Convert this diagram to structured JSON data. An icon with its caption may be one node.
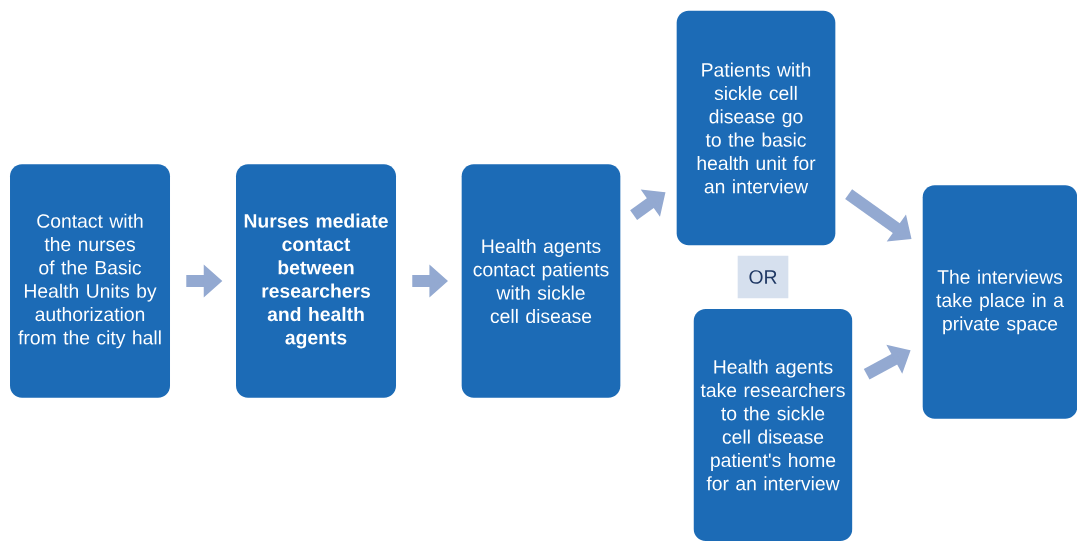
{
  "diagram": {
    "nodes": [
      {
        "text": [
          "Contact with the nurses of the Basic Health Units by authorization from the city hall"
        ]
      },
      {
        "text": [
          "Nurses mediate contact between researchers and health agents"
        ]
      },
      {
        "text": [
          "Health agents contact patients with sickle cell disease"
        ]
      },
      {
        "text": [
          "Patients with sickle cell disease go to the basic health unit for an interview"
        ]
      },
      {
        "text": [
          "OR"
        ]
      },
      {
        "text": [
          "Health agents take researchers to the sickle cell disease patient's home for an interview"
        ]
      },
      {
        "text": [
          "The interviews take place in a private space"
        ]
      }
    ],
    "edges": [
      {
        "from": 0,
        "to": 1,
        "arrow": "to"
      },
      {
        "from": 1,
        "to": 2,
        "arrow": "to"
      },
      {
        "from": 2,
        "to": 3,
        "arrow": "to"
      },
      {
        "from": 3,
        "to": 6,
        "arrow": "to"
      },
      {
        "from": 5,
        "to": 6,
        "arrow": "to"
      }
    ]
  }
}
